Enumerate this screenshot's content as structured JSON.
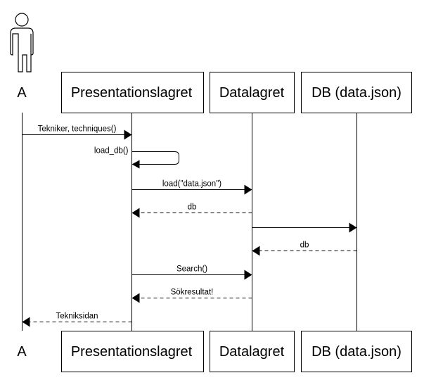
{
  "participants": [
    {
      "id": "A",
      "label": "A",
      "kind": "actor"
    },
    {
      "id": "P",
      "label": "Presentationslagret",
      "kind": "box"
    },
    {
      "id": "D",
      "label": "Datalagret",
      "kind": "box"
    },
    {
      "id": "DB",
      "label": "DB (data.json)",
      "kind": "box"
    }
  ],
  "messages": [
    {
      "from": "A",
      "to": "P",
      "label": "Tekniker, techniques()",
      "style": "solid"
    },
    {
      "from": "P",
      "to": "P",
      "label": "load_db()",
      "style": "solid",
      "self": true
    },
    {
      "from": "P",
      "to": "D",
      "label": "load(\"data.json\")",
      "style": "solid"
    },
    {
      "from": "D",
      "to": "P",
      "label": "db",
      "style": "dashed"
    },
    {
      "from": "D",
      "to": "DB",
      "label": "",
      "style": "solid"
    },
    {
      "from": "DB",
      "to": "D",
      "label": "db",
      "style": "dashed"
    },
    {
      "from": "P",
      "to": "D",
      "label": "Search()",
      "style": "solid"
    },
    {
      "from": "D",
      "to": "P",
      "label": "Sökresultat!",
      "style": "dashed"
    },
    {
      "from": "P",
      "to": "A",
      "label": "Tekniksidan",
      "style": "dashed"
    }
  ]
}
